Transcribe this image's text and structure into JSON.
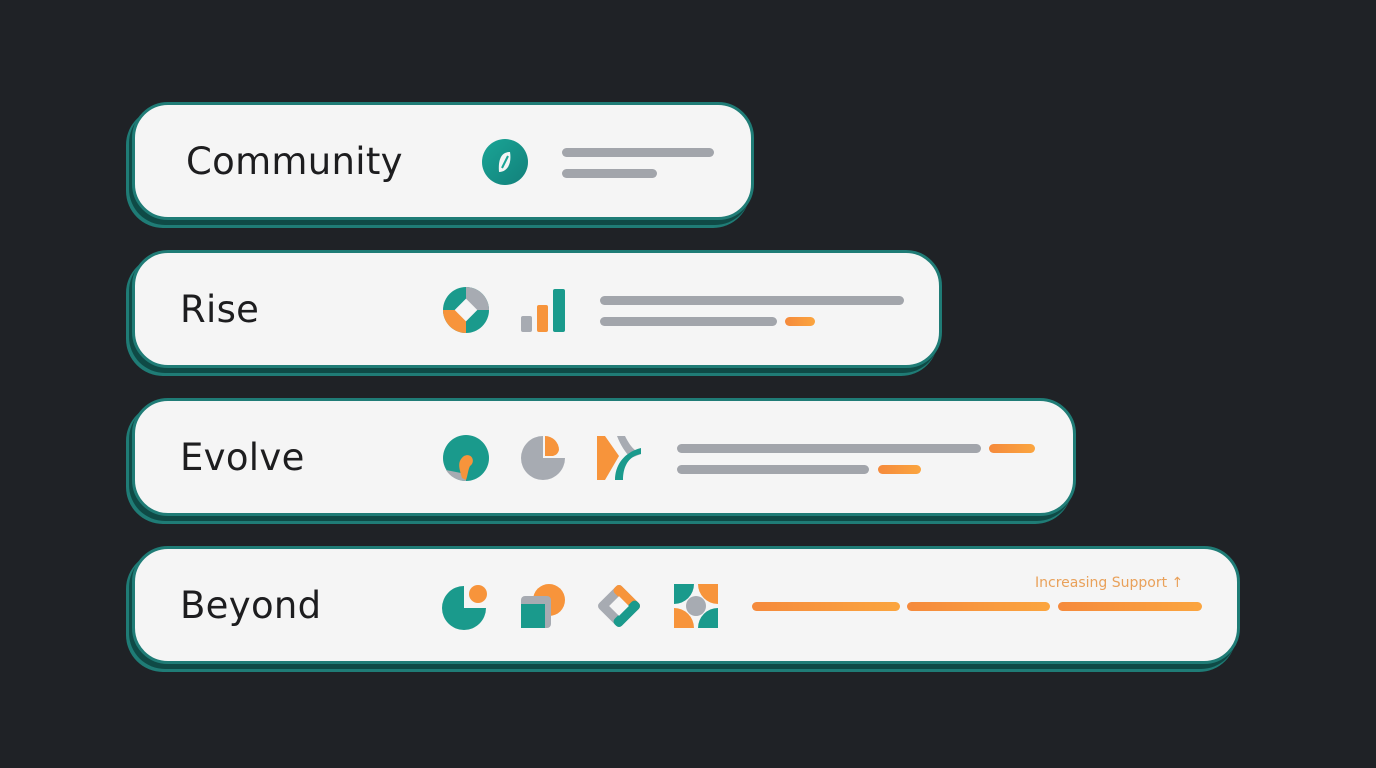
{
  "background_color": "#1f2226",
  "accent": {
    "teal": "#1a9a8c",
    "orange": "#f7943b",
    "gray": "#a2a5ab",
    "border": "#1f7c76"
  },
  "cards": [
    {
      "label": "Community",
      "icons": [
        "leaf-circle-icon"
      ],
      "bars": [
        [
          "gray",
          "gray"
        ]
      ]
    },
    {
      "label": "Rise",
      "icons": [
        "diamond-ring-icon",
        "bar-chart-icon"
      ],
      "bars": [
        [
          "gray"
        ],
        [
          "gray",
          "orange"
        ]
      ]
    },
    {
      "label": "Evolve",
      "icons": [
        "drop-circle-icon",
        "pie-slice-icon",
        "chevron-arrow-icon"
      ],
      "bars": [
        [
          "gray",
          "orange"
        ],
        [
          "gray",
          "orange"
        ]
      ]
    },
    {
      "label": "Beyond",
      "icons": [
        "pie-dot-icon",
        "overlap-square-icon",
        "diamond-frame-icon",
        "quad-grid-icon"
      ],
      "bars": [
        [
          "orange",
          "orange",
          "orange"
        ]
      ],
      "note": "Increasing Support ↑"
    }
  ]
}
